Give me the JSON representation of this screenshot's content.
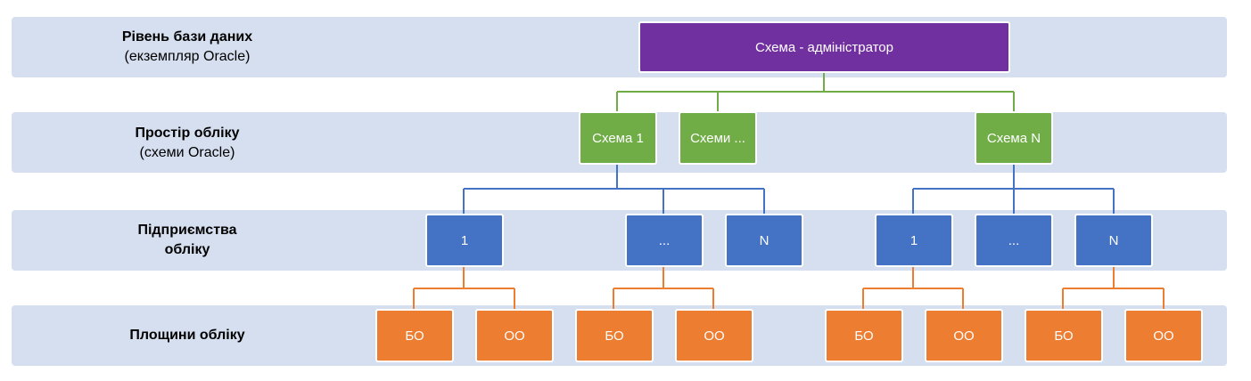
{
  "levels": {
    "database": {
      "title": "Рівень бази даних",
      "subtitle": "(екземпляр Oracle)"
    },
    "accounting_space": {
      "title": "Простір обліку",
      "subtitle": "(схеми Oracle)"
    },
    "enterprises": {
      "title_line1": "Підприємства",
      "title_line2": "обліку"
    },
    "planes": {
      "title": "Площини обліку"
    }
  },
  "nodes": {
    "admin": "Схема - адміністратор",
    "schema_1": "Схема 1",
    "schema_dots": "Схеми ...",
    "schema_n": "Схема N",
    "enterprise_1": "1",
    "enterprise_dots": "...",
    "enterprise_n": "N",
    "plane_bo": "БО",
    "plane_oo": "ОО"
  },
  "colors": {
    "band": "#d6dff0",
    "admin": "#7030a0",
    "schema": "#70ad47",
    "enterprise": "#4472c4",
    "plane": "#ed7d31"
  }
}
